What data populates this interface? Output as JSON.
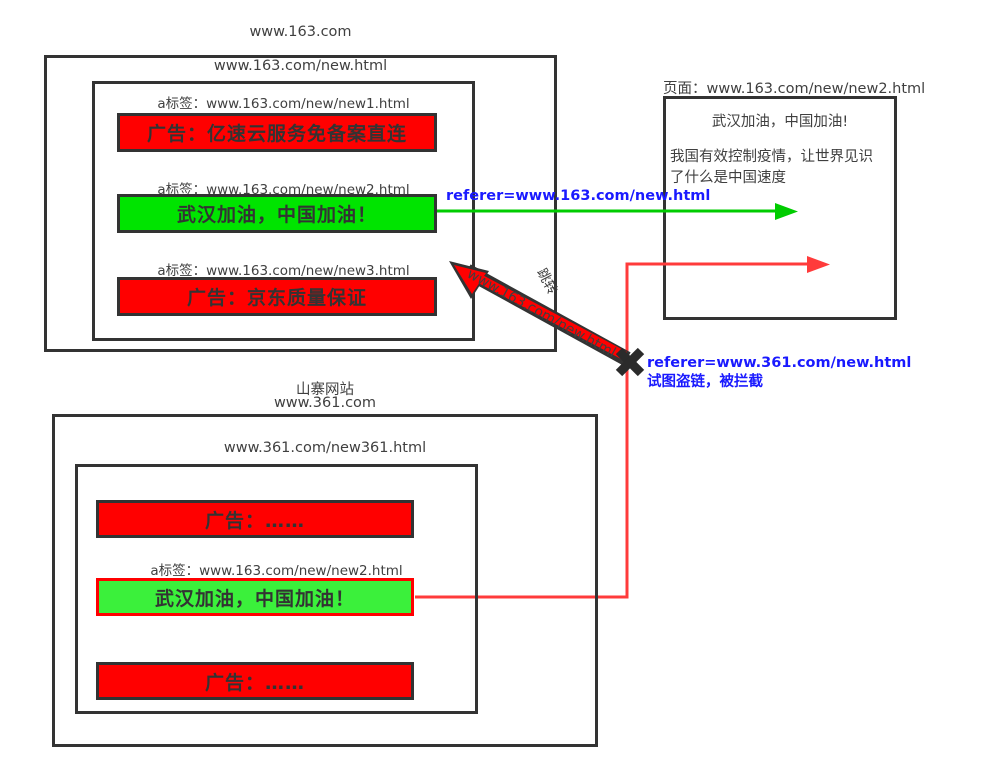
{
  "diagram": {
    "title_163": "www.163.com",
    "site163": {
      "page_url": "www.163.com/new.html",
      "links": [
        {
          "label": "a标签：www.163.com/new/new1.html",
          "banner": "广告：亿速云服务免备案直连",
          "kind": "ad"
        },
        {
          "label": "a标签：www.163.com/new/new2.html",
          "banner": "武汉加油，中国加油！",
          "kind": "ok"
        },
        {
          "label": "a标签：www.163.com/new/new3.html",
          "banner": "广告：京东质量保证",
          "kind": "ad"
        }
      ]
    },
    "fake_site": {
      "title_line1": "山寨网站",
      "title_line2": "www.361.com",
      "page_url": "www.361.com/new361.html",
      "links": [
        {
          "label": "",
          "banner": "广告：……",
          "kind": "ad"
        },
        {
          "label": "a标签：www.163.com/new/new2.html",
          "banner": "武汉加油，中国加油！",
          "kind": "ok-red"
        },
        {
          "label": "",
          "banner": "广告：……",
          "kind": "ad"
        }
      ]
    },
    "target_page": {
      "caption": "页面：www.163.com/new/new2.html",
      "heading": "武汉加油，中国加油!",
      "body": "我国有效控制疫情，让世界见识了什么是中国速度"
    },
    "annotations": {
      "allowed_referer": "referer=www.163.com/new.html",
      "blocked_referer_line1": "referer=www.361.com/new.html",
      "blocked_referer_line2": "试图盗链，被拦截",
      "jump_url": "www.163.com/new.html",
      "jump_word": "跳转"
    },
    "colors": {
      "ad_red": "#ff0000",
      "ok_green": "#00e400",
      "allow_arrow": "#00cc00",
      "block_arrow": "#ff3b3b",
      "frame": "#333333",
      "blue_text": "#1a1aff"
    }
  }
}
